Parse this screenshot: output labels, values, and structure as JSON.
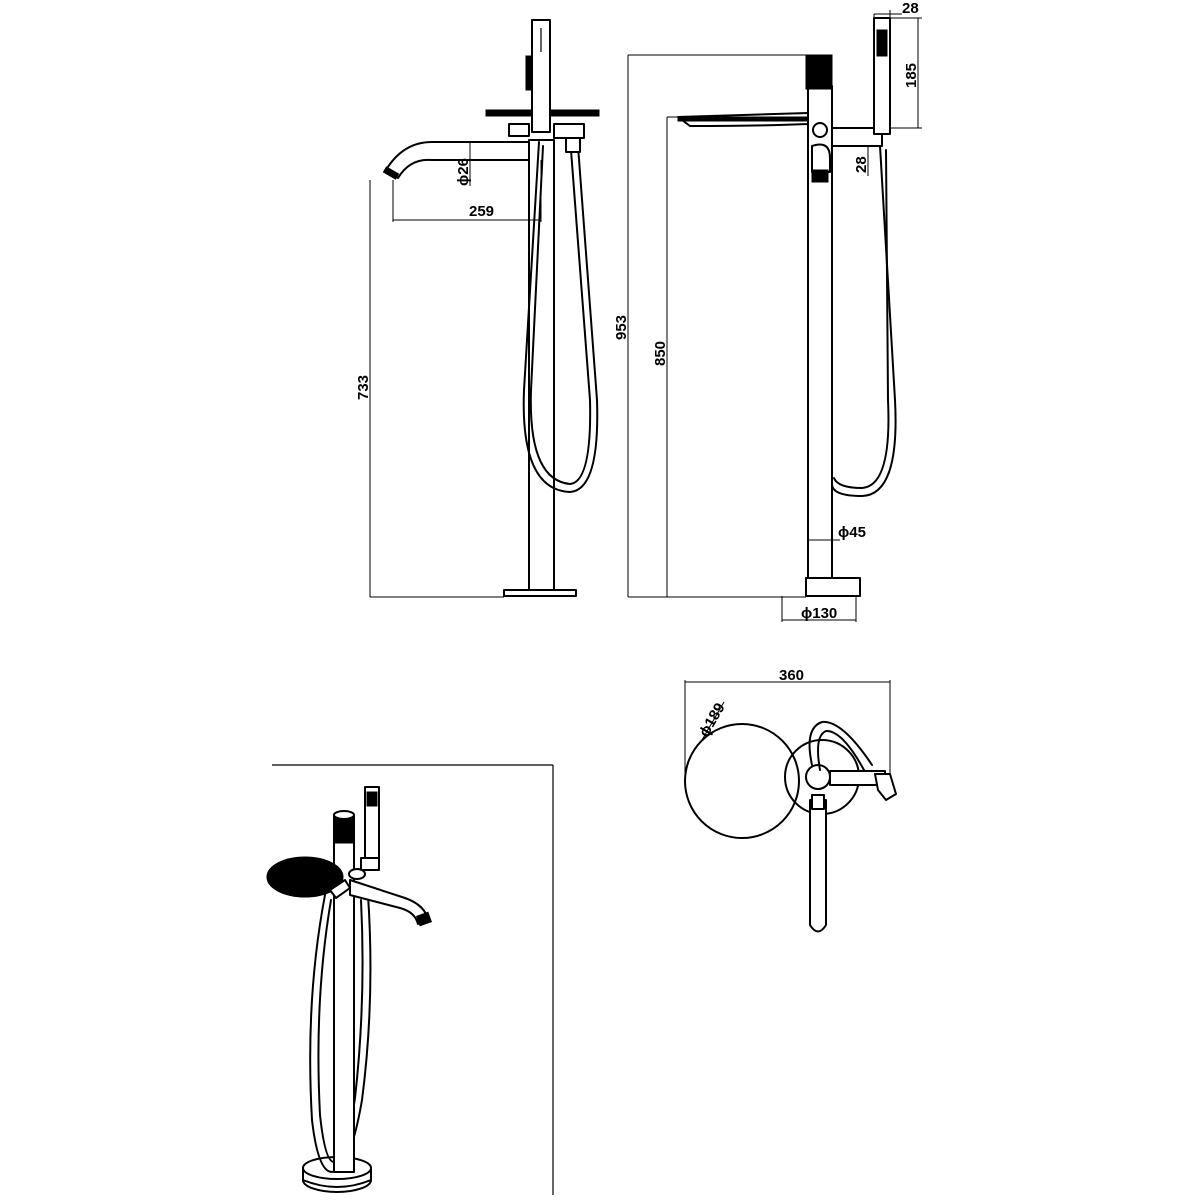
{
  "dimensions": {
    "spout_diameter": "ϕ26",
    "spout_reach": "259",
    "spout_height": "733",
    "overall_height": "953",
    "shelf_height": "850",
    "handset_width": "28",
    "handset_length": "185",
    "holder_size": "28",
    "column_diameter": "ϕ45",
    "base_diameter": "ϕ130",
    "plan_width": "360",
    "shelf_diameter": "ϕ189"
  },
  "colors": {
    "line": "#000000",
    "background": "#ffffff"
  }
}
